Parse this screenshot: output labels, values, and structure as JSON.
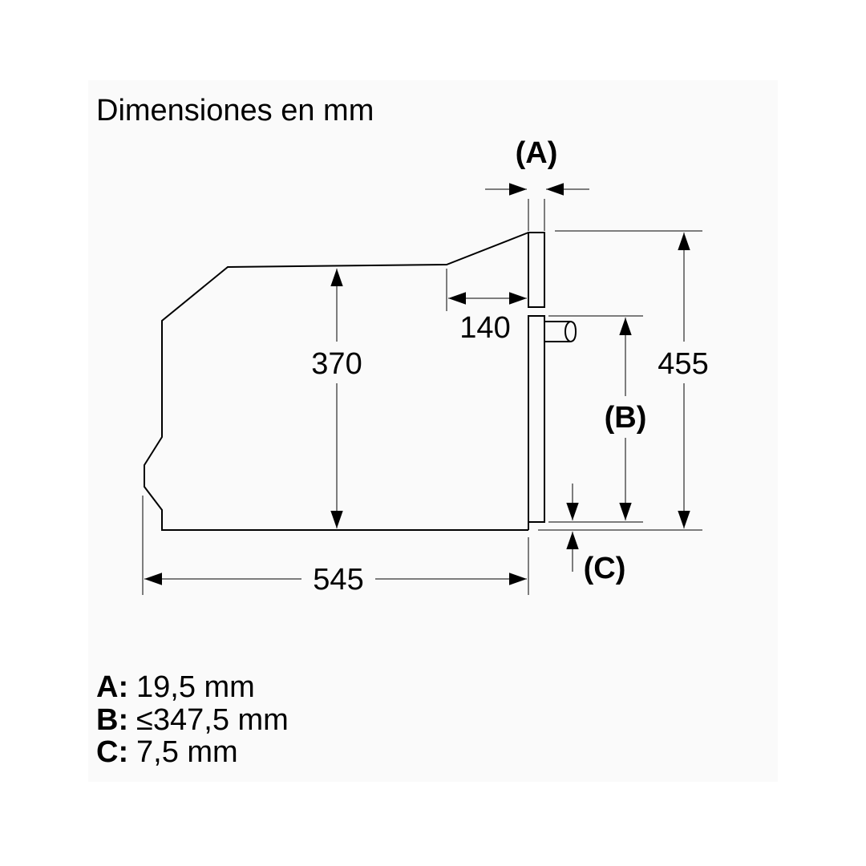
{
  "title": "Dimensiones en mm",
  "labels": {
    "depth": "545",
    "height_inner": "370",
    "height_total": "455",
    "panel_depth": "140",
    "a": "(A)",
    "b": "(B)",
    "c": "(C)"
  },
  "legend": [
    {
      "key": "A:",
      "value": "19,5 mm"
    },
    {
      "key": "B:",
      "value": "≤347,5 mm"
    },
    {
      "key": "C:",
      "value": "7,5 mm"
    }
  ]
}
